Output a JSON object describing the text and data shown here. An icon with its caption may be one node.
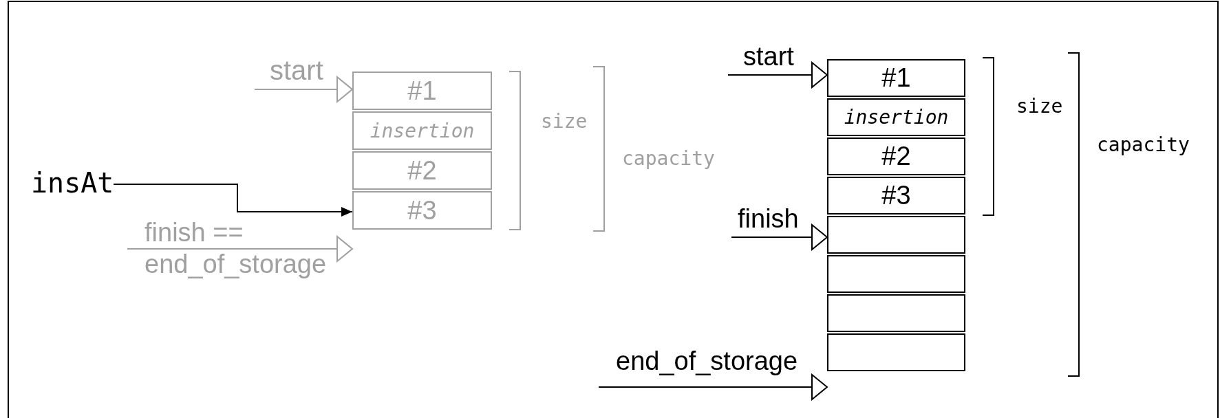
{
  "diagram": {
    "nodes": [
      {
        "text": [
          "start"
        ]
      },
      {
        "text": [
          "#1"
        ]
      },
      {
        "text": [
          "insertion"
        ]
      },
      {
        "text": [
          "#2"
        ]
      },
      {
        "text": [
          "#3"
        ]
      },
      {
        "text": [
          "insAt"
        ]
      },
      {
        "text": [
          "finish == end_of_storage"
        ]
      },
      {
        "text": [
          "start"
        ]
      },
      {
        "text": [
          "#1"
        ]
      },
      {
        "text": [
          "insertion"
        ]
      },
      {
        "text": [
          "#2"
        ]
      },
      {
        "text": [
          "#3"
        ]
      },
      {
        "text": [],
        "shape": "box"
      },
      {
        "text": [],
        "shape": "box"
      },
      {
        "text": [],
        "shape": "box"
      },
      {
        "text": [],
        "shape": "box"
      },
      {
        "text": [
          "finish"
        ]
      },
      {
        "text": [
          "end_of_storage"
        ]
      }
    ],
    "edges": [
      {
        "from": 0,
        "to": 1,
        "arrow": "to",
        "color": "#a0a0a0"
      },
      {
        "from": 5,
        "to": 4,
        "arrow": "to"
      },
      {
        "from": 6,
        "to": 4,
        "arrow": "to",
        "color": "#a0a0a0"
      },
      {
        "from": 7,
        "to": 8,
        "arrow": "to"
      },
      {
        "from": 16,
        "to": 12,
        "arrow": "to"
      },
      {
        "from": 17,
        "to": 15,
        "arrow": "to"
      }
    ],
    "labels": [
      "size",
      "capacity",
      "size",
      "capacity"
    ]
  }
}
